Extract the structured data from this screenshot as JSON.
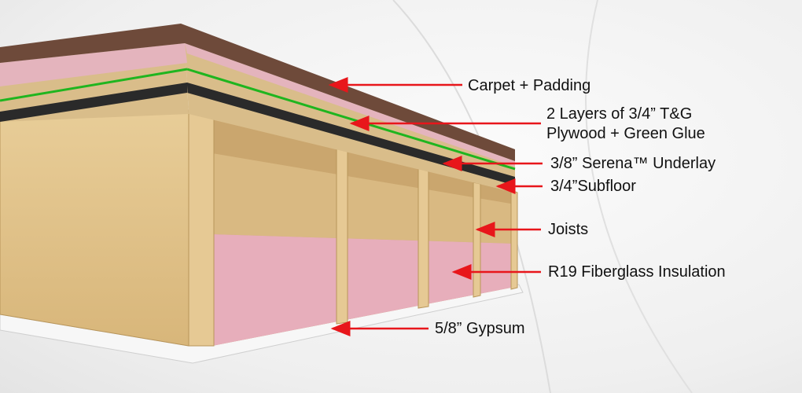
{
  "diagram": {
    "labels": {
      "carpet": "Carpet + Padding",
      "plywood_line1": "2 Layers of 3/4” T&G",
      "plywood_line2": "Plywood + Green Glue",
      "underlay": "3/8” Serena™ Underlay",
      "subfloor": "3/4”Subfloor",
      "joists": "Joists",
      "insulation": "R19 Fiberglass Insulation",
      "gypsum": "5/8” Gypsum"
    },
    "colors": {
      "arrow": "#e8161b",
      "carpet": "#6e4a3a",
      "padding": "#e4b4bd",
      "plywood": "#d9bd8a",
      "green_glue": "#1fb51f",
      "underlay": "#2a2a2a",
      "wood": "#e2c48e",
      "insulation": "#e7aebb",
      "gypsum": "#f7f7f7"
    }
  }
}
